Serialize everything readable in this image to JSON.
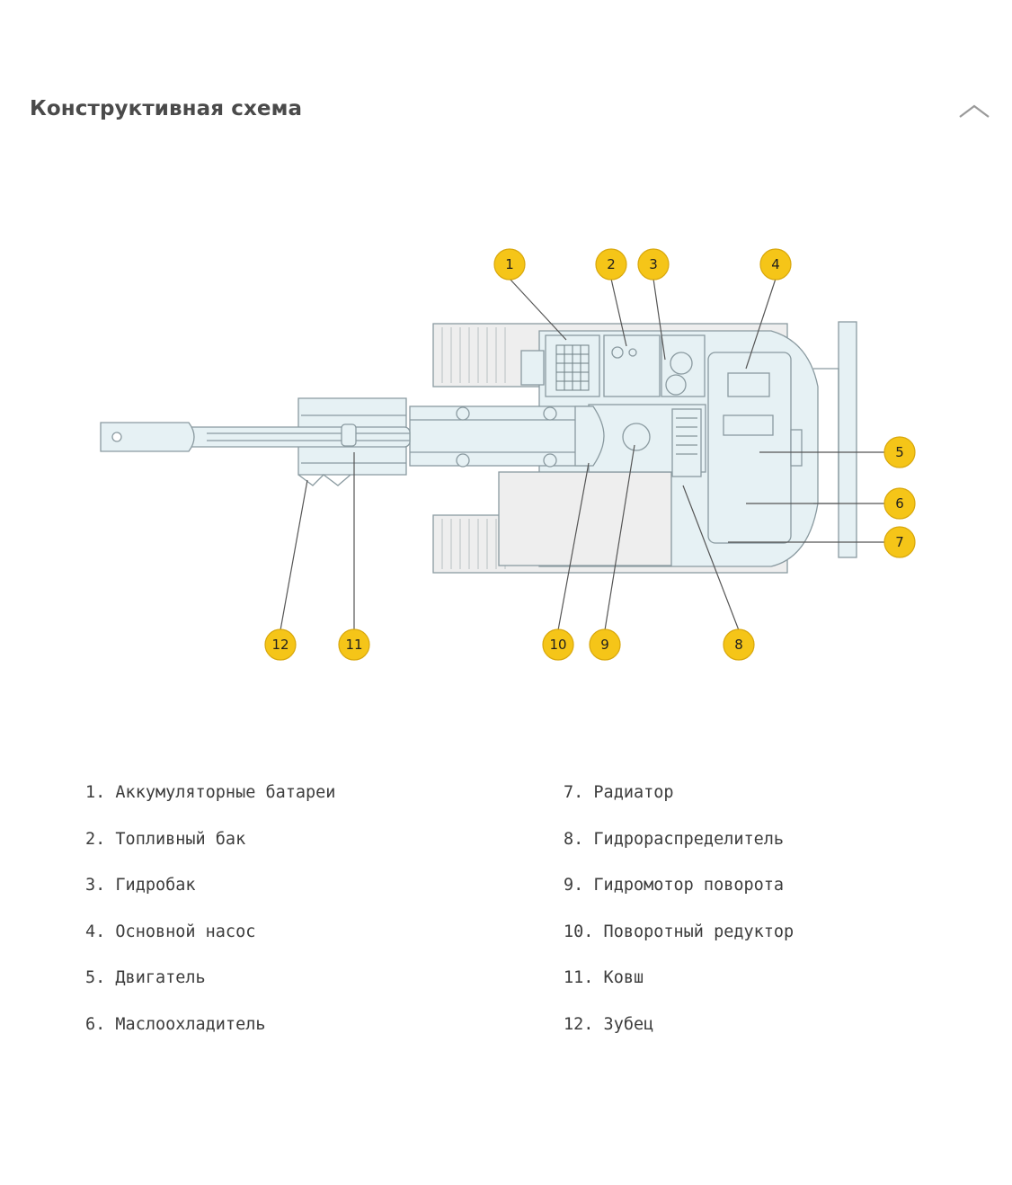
{
  "section": {
    "title": "Конструктивная схема",
    "collapse_icon": "chevron-up-icon"
  },
  "diagram": {
    "colors": {
      "body": "#e6f1f4",
      "track": "#eeeeee",
      "stroke": "#8a9aa0",
      "callout": "#f5c518",
      "leader": "#555555"
    },
    "callouts": [
      "1",
      "2",
      "3",
      "4",
      "5",
      "6",
      "7",
      "8",
      "9",
      "10",
      "11",
      "12"
    ]
  },
  "legend": {
    "left": [
      "1. Аккумуляторные батареи",
      "2. Топливный бак",
      "3. Гидробак",
      "4. Основной насос",
      "5. Двигатель",
      "6. Маслоохладитель"
    ],
    "right": [
      "7. Радиатор",
      "8. Гидрораспределитель",
      "9. Гидромотор поворота",
      "10. Поворотный редуктор",
      "11. Ковш",
      "12. Зубец"
    ]
  }
}
